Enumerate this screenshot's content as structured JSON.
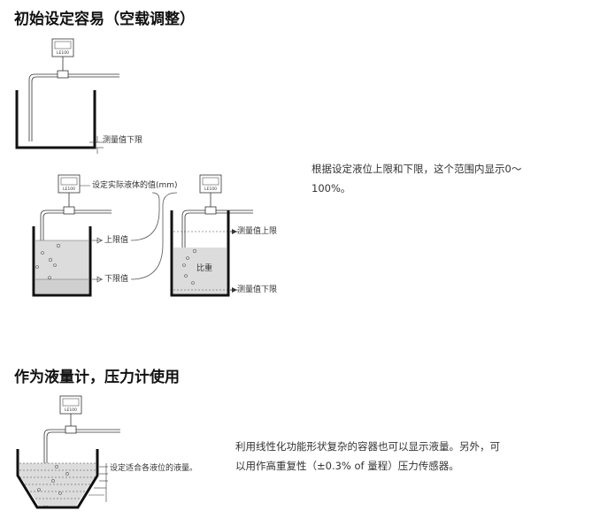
{
  "section1": {
    "title": "初始设定容易（空载调整）",
    "paragraph": "根据设定液位上限和下限，这个范围内显示0～100%。",
    "labels": {
      "meas_lower_top": "测量值下限",
      "set_actual": "设定实际液体的值(mm)",
      "upper_limit": "上限值",
      "lower_limit": "下限值",
      "meas_upper": "测量值上限",
      "specific_gravity": "比重",
      "meas_lower": "测量值下限",
      "device_text": "LE100"
    }
  },
  "section2": {
    "title": "作为液量计，压力计使用",
    "paragraph": "利用线性化功能形状复杂的容器也可以显示液量。另外，可以用作高重复性（±0.3% of 量程）压力传感器。",
    "labels": {
      "set_liquid": "设定适合各液位的液量。",
      "device_text": "LE100"
    }
  }
}
